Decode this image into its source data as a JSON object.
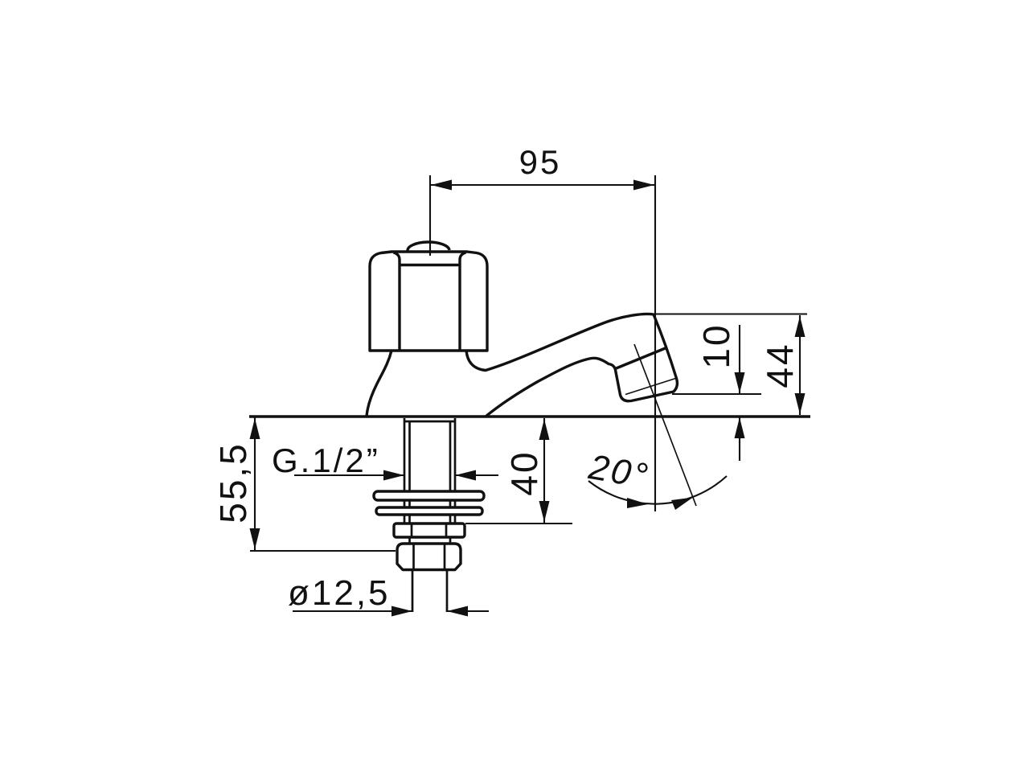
{
  "drawing": {
    "type": "technical-dimension-drawing",
    "subject": "pillar-tap-faucet-side-elevation",
    "background_color": "#ffffff",
    "line_color": "#111111",
    "labels": {
      "spout_reach": "95",
      "outlet_clearance": "10",
      "spout_height": "44",
      "under_deck_length": "55,5",
      "thread_spec": "G.1/2”",
      "thread_length": "40",
      "spout_angle": "20°",
      "inlet_pipe_diameter": "ø12,5"
    }
  }
}
